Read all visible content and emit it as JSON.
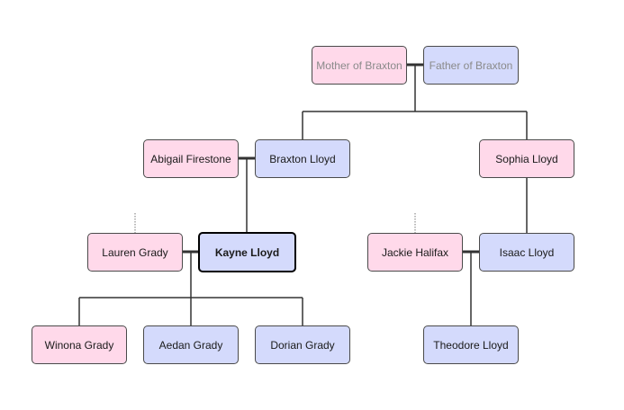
{
  "people": {
    "mother_of_braxton": "Mother of Braxton",
    "father_of_braxton": "Father of Braxton",
    "abigail_firestone": "Abigail Firestone",
    "braxton_lloyd": "Braxton Lloyd",
    "sophia_lloyd": "Sophia Lloyd",
    "lauren_grady": "Lauren Grady",
    "kayne_lloyd": "Kayne Lloyd",
    "jackie_halifax": "Jackie Halifax",
    "isaac_lloyd": "Isaac Lloyd",
    "winona_grady": "Winona Grady",
    "aedan_grady": "Aedan Grady",
    "dorian_grady": "Dorian Grady",
    "theodore_lloyd": "Theodore Lloyd"
  },
  "colors": {
    "female_fill": "#ffd9ea",
    "male_fill": "#d4dafc",
    "connector": "#333333",
    "placeholder_text": "#8a8a8a"
  }
}
